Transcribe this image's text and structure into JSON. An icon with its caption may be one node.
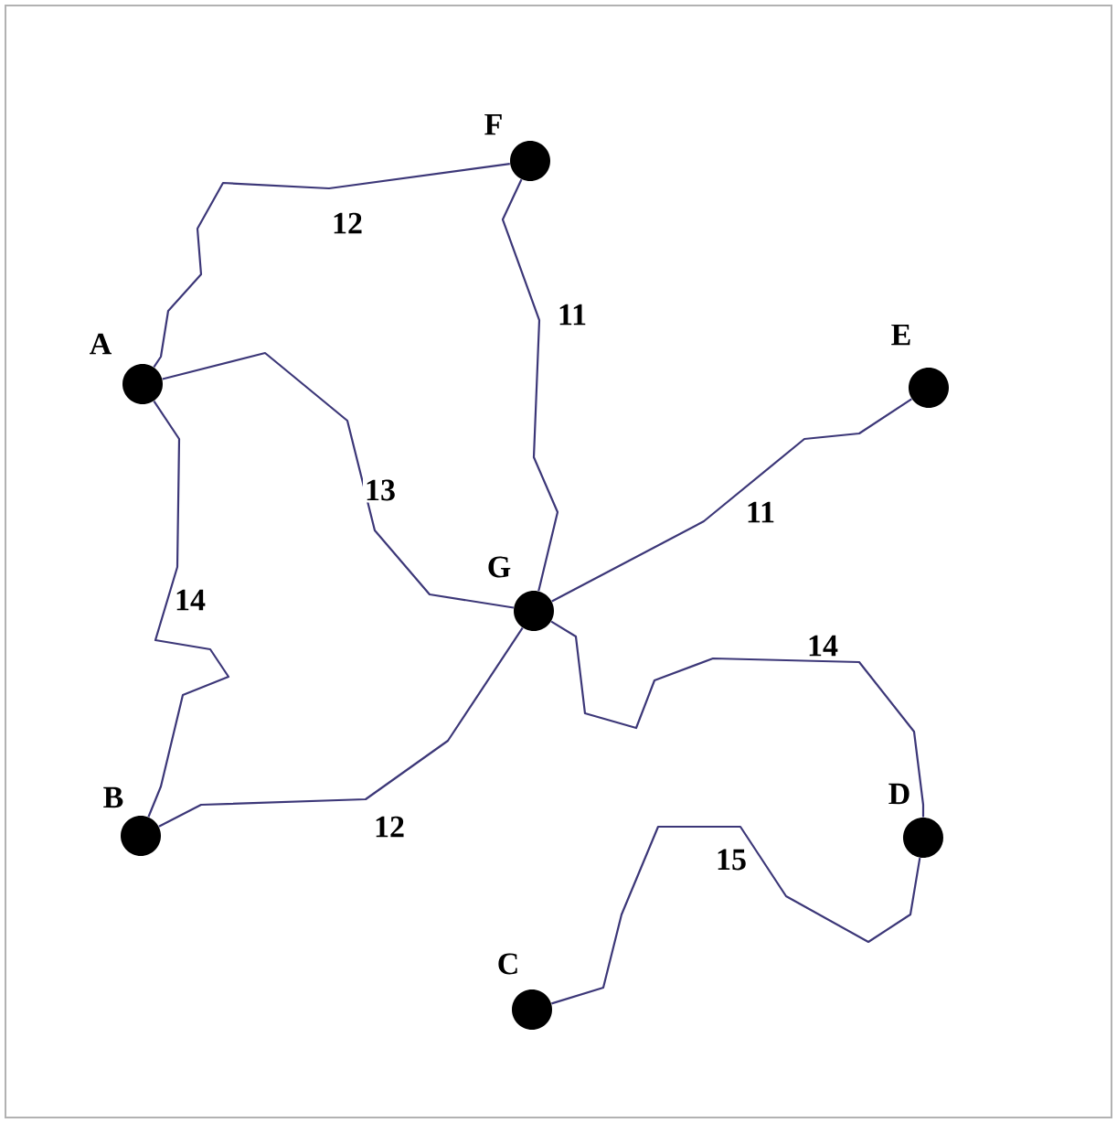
{
  "diagram": {
    "nodes": [
      {
        "text": [],
        "shape": "circle",
        "beside": [
          "F"
        ]
      },
      {
        "text": [],
        "shape": "circle",
        "beside": [
          "A"
        ]
      },
      {
        "text": [],
        "shape": "circle",
        "beside": [
          "E"
        ]
      },
      {
        "text": [],
        "shape": "circle",
        "beside": [
          "G"
        ]
      },
      {
        "text": [],
        "shape": "circle",
        "beside": [
          "B"
        ]
      },
      {
        "text": [],
        "shape": "circle",
        "beside": [
          "D"
        ]
      },
      {
        "text": [],
        "shape": "circle",
        "beside": [
          "C"
        ]
      }
    ],
    "edges": [
      {
        "from": 0,
        "to": 1,
        "arrow": "none",
        "label": "12"
      },
      {
        "from": 0,
        "to": 3,
        "arrow": "none",
        "label": "11"
      },
      {
        "from": 1,
        "to": 3,
        "arrow": "none",
        "label": "13"
      },
      {
        "from": 3,
        "to": 2,
        "arrow": "none",
        "label": "11"
      },
      {
        "from": 1,
        "to": 4,
        "arrow": "none",
        "label": "14"
      },
      {
        "from": 4,
        "to": 3,
        "arrow": "none",
        "label": "12"
      },
      {
        "from": 3,
        "to": 5,
        "arrow": "none",
        "label": "14"
      },
      {
        "from": 5,
        "to": 6,
        "arrow": "none",
        "label": "15"
      }
    ]
  }
}
